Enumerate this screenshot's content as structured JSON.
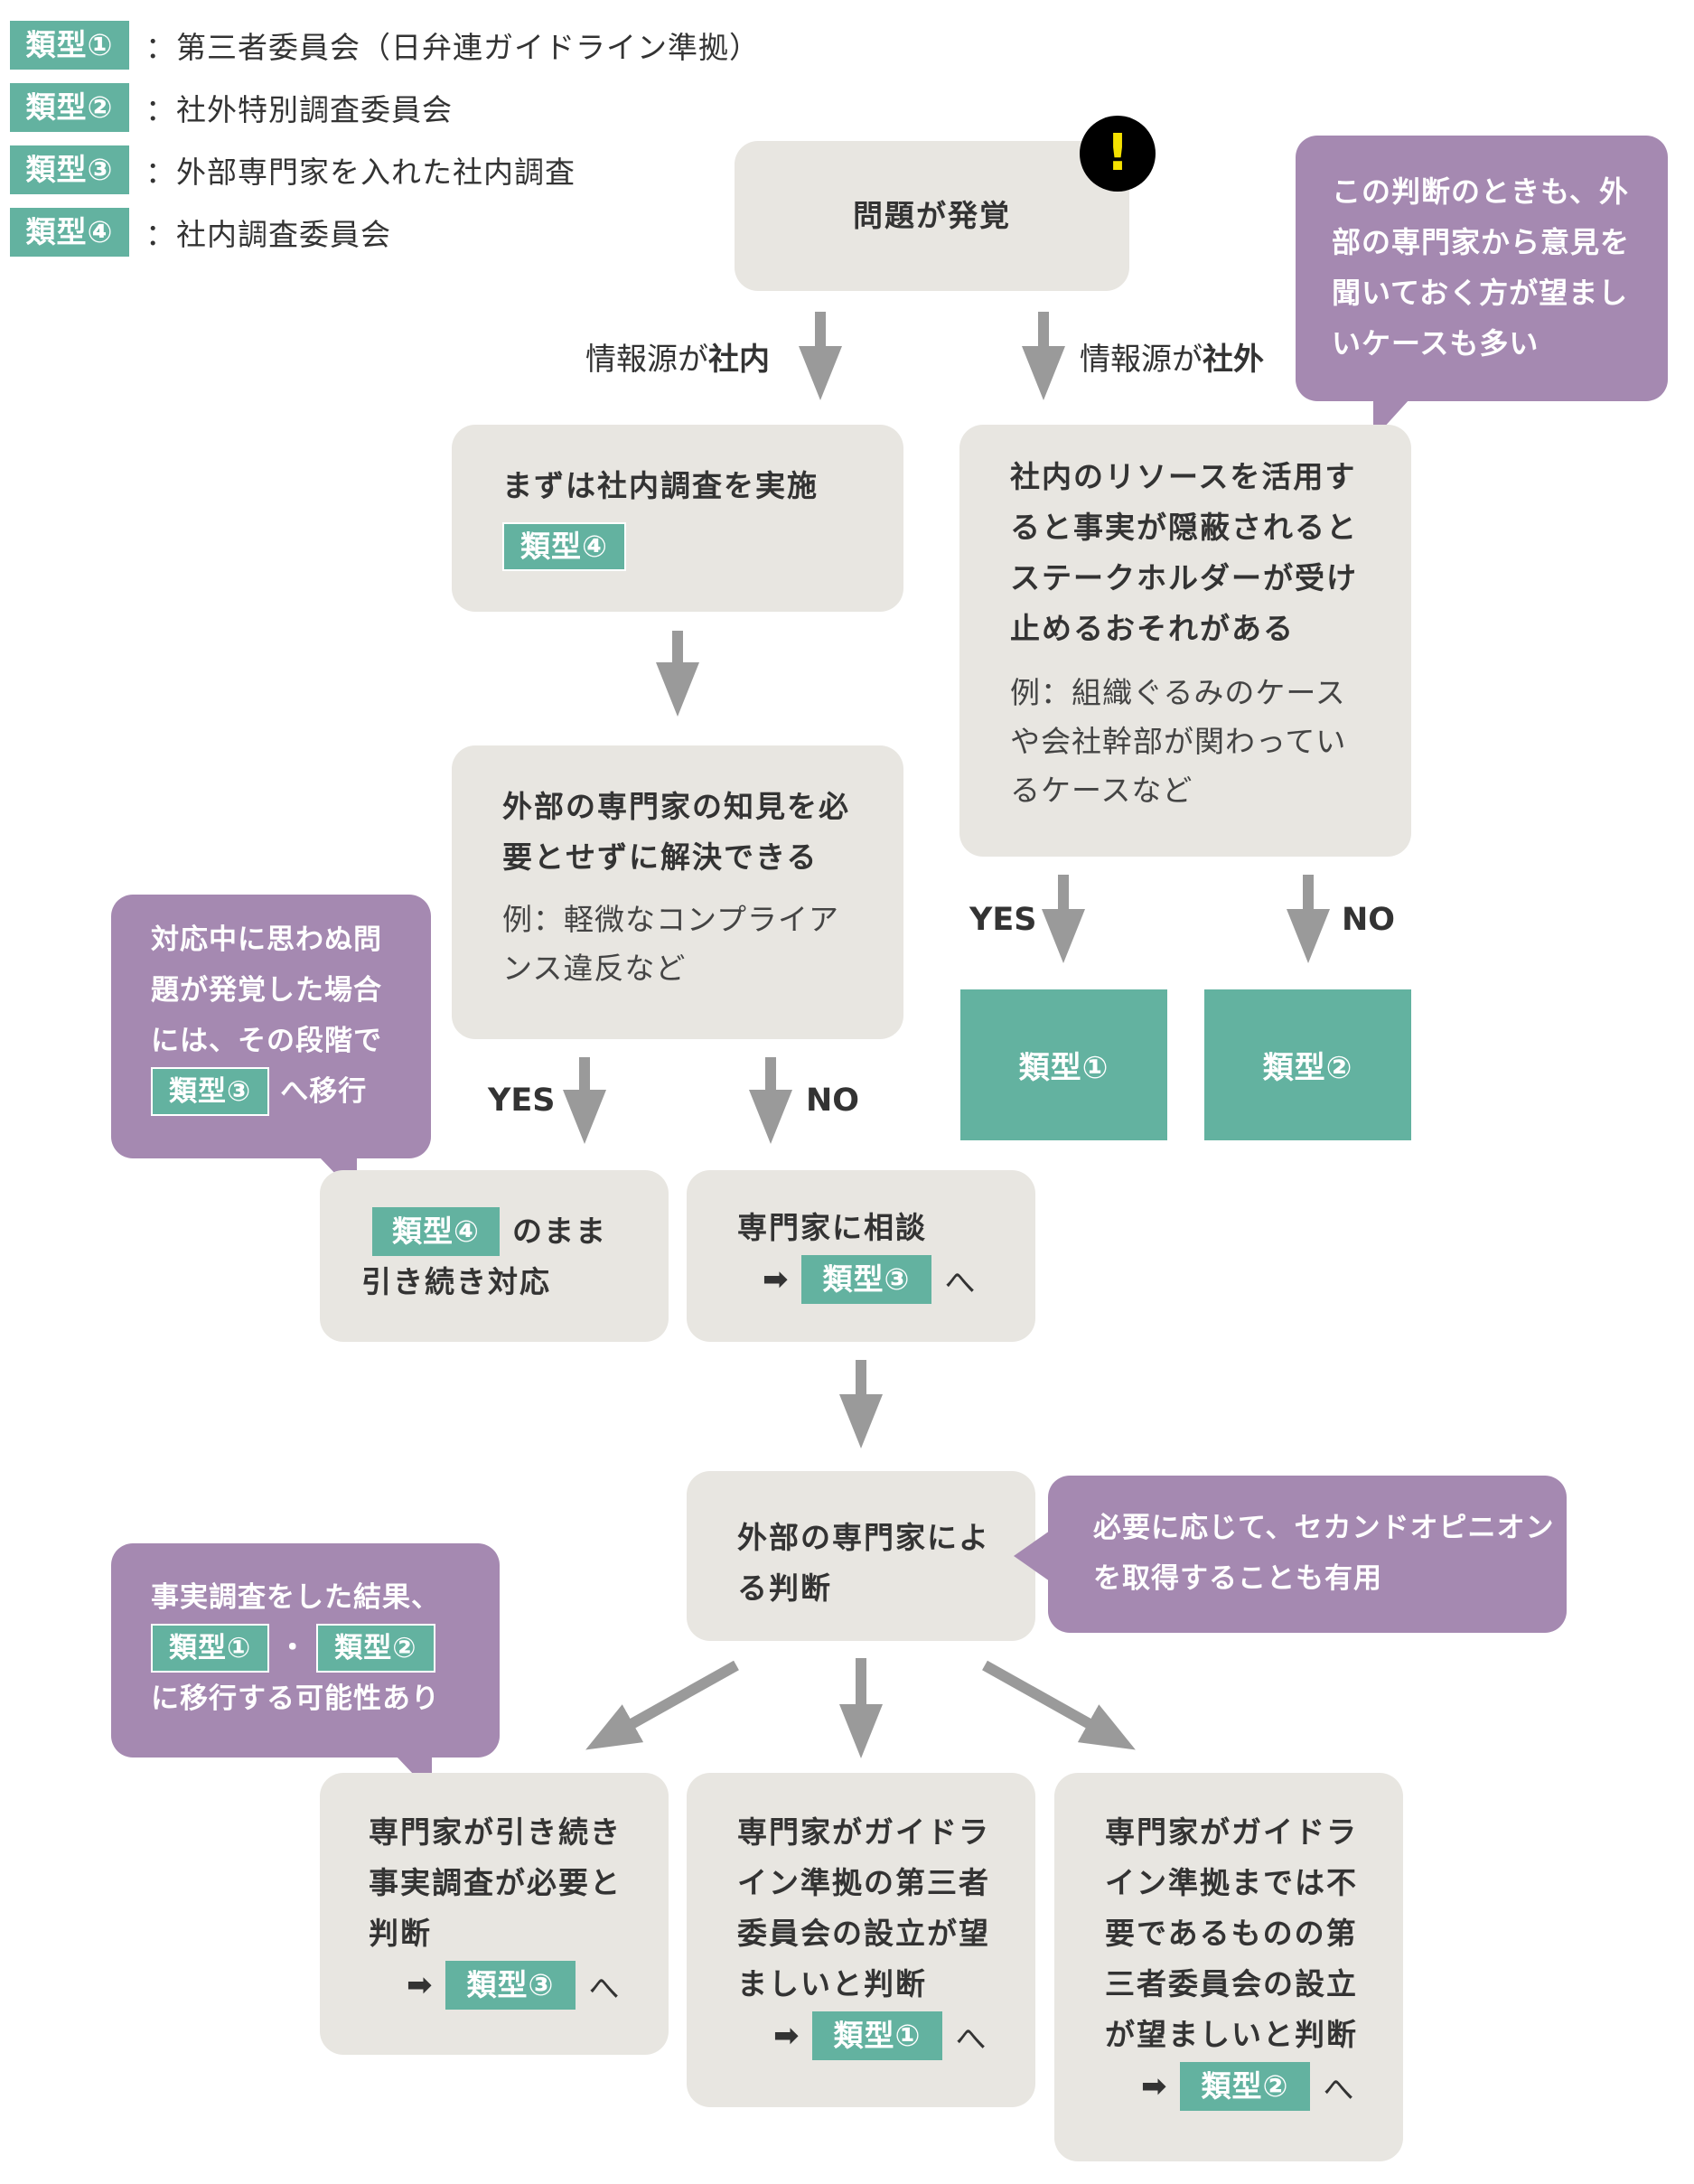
{
  "legend": [
    {
      "tag": "類型①",
      "text": "：第三者委員会（日弁連ガイドライン準拠）"
    },
    {
      "tag": "類型②",
      "text": "：社外特別調査委員会"
    },
    {
      "tag": "類型③",
      "text": "：外部専門家を入れた社内調査"
    },
    {
      "tag": "類型④",
      "text": "：社内調査委員会"
    }
  ],
  "start": {
    "label": "問題が発覚",
    "alert_symbol": "!"
  },
  "branch_labels": {
    "internal_prefix": "情報源が",
    "internal_emph": "社内",
    "external_prefix": "情報源が",
    "external_emph": "社外"
  },
  "internal": {
    "first_box": {
      "text": "まずは社内調査を実施",
      "tag": "類型④"
    },
    "question": {
      "line1": "外部の専門家の知見を必",
      "line2": "要とせずに解決できる",
      "example1": "例：軽微なコンプライア",
      "example2": "ンス違反など"
    },
    "yes_label": "YES",
    "no_label": "NO",
    "yes_box": {
      "tag": "類型④",
      "suffix": "のまま",
      "line2": "引き続き対応"
    },
    "no_box": {
      "line1": "専門家に相談",
      "arrow": "➡",
      "tag": "類型③",
      "suffix": "へ"
    },
    "note": {
      "line1": "対応中に思わぬ問",
      "line2": "題が発覚した場合",
      "line3": "には、その段階で",
      "tag": "類型③",
      "suffix": "へ移行"
    }
  },
  "external": {
    "question": {
      "line1": "社内のリソースを活用す",
      "line2": "ると事実が隠蔽されると",
      "line3": "ステークホルダーが受け",
      "line4": "止めるおそれがある",
      "example1": "例：組織ぐるみのケース",
      "example2": "や会社幹部が関わってい",
      "example3": "るケースなど"
    },
    "yes_label": "YES",
    "no_label": "NO",
    "yes_result": "類型①",
    "no_result": "類型②",
    "note": {
      "line1": "この判断のときも、外",
      "line2": "部の専門家から意見を",
      "line3": "聞いておく方が望まし",
      "line4": "いケースも多い"
    }
  },
  "expert_judgment": {
    "box": {
      "line1": "外部の専門家によ",
      "line2": "る判断"
    },
    "note": {
      "line1": "必要に応じて、セカンドオピニオン",
      "line2": "を取得することも有用"
    },
    "fact_note": {
      "line1": "事実調査をした結果、",
      "tag_a": "類型①",
      "dot": "・",
      "tag_b": "類型②",
      "line3": "に移行する可能性あり"
    }
  },
  "outcomes": [
    {
      "lines": [
        "専門家が引き続き",
        "事実調査が必要と",
        "判断"
      ],
      "arrow": "➡",
      "tag": "類型③",
      "suffix": "へ"
    },
    {
      "lines": [
        "専門家がガイドラ",
        "イン準拠の第三者",
        "委員会の設立が望",
        "ましいと判断"
      ],
      "arrow": "➡",
      "tag": "類型①",
      "suffix": "へ"
    },
    {
      "lines": [
        "専門家がガイドラ",
        "イン準拠までは不",
        "要であるものの第",
        "三者委員会の設立",
        "が望ましいと判断"
      ],
      "arrow": "➡",
      "tag": "類型②",
      "suffix": "へ"
    }
  ],
  "colors": {
    "teal": "#63b2a0",
    "purple": "#a589b1",
    "box": "#e8e6e1",
    "arrow": "#9a9a9a",
    "alert": "#f5e100"
  }
}
